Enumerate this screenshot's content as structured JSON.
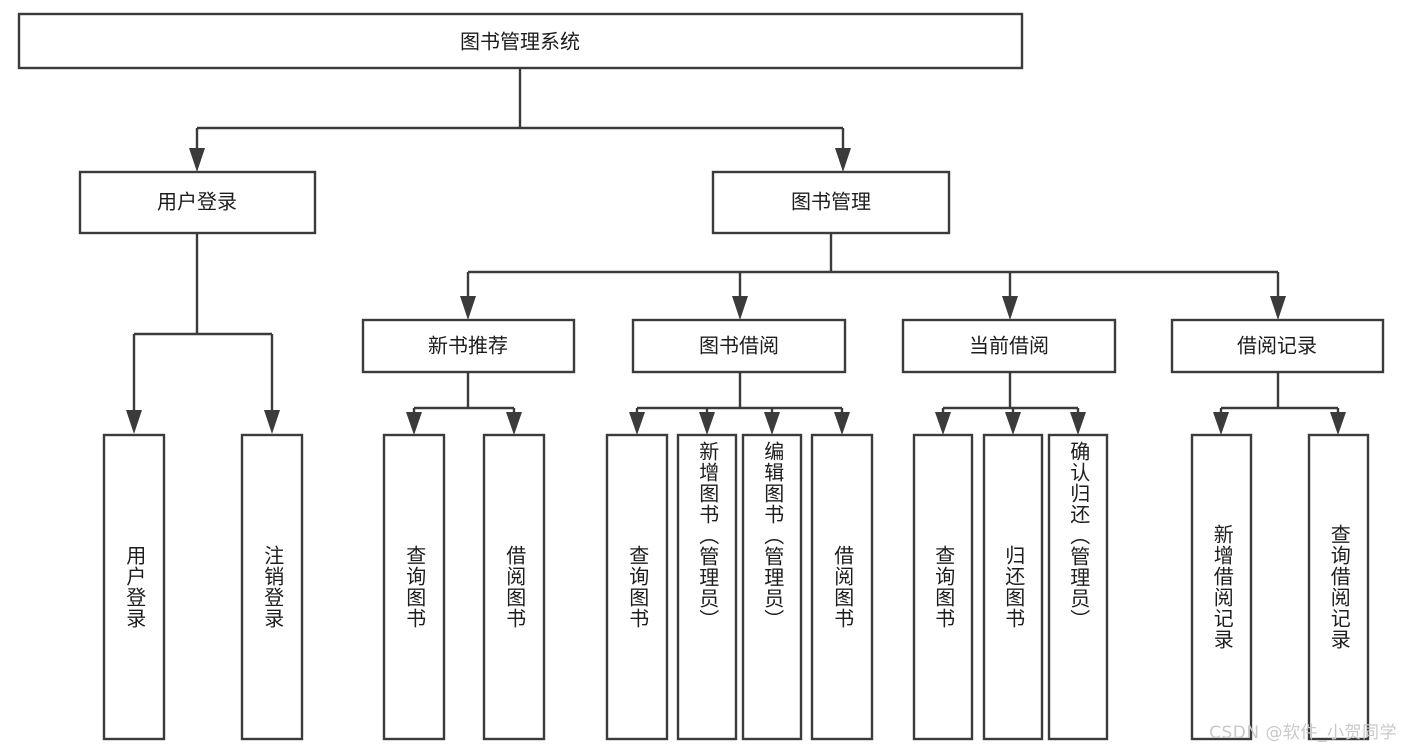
{
  "diagram": {
    "type": "tree",
    "title": "图书管理系统",
    "watermark": "CSDN @软件_小贺同学",
    "colors": {
      "stroke": "#3b3b3b",
      "fill": "#ffffff",
      "text": "#1d1d1d",
      "watermark": "#c9c9c9",
      "background": "#ffffff"
    },
    "levels": {
      "root": {
        "label": "图书管理系统"
      },
      "level2": [
        {
          "label": "用户登录"
        },
        {
          "label": "图书管理"
        }
      ],
      "level3": [
        {
          "label": "新书推荐"
        },
        {
          "label": "图书借阅"
        },
        {
          "label": "当前借阅"
        },
        {
          "label": "借阅记录"
        }
      ],
      "leaves": {
        "user_login": [
          {
            "label": "用户登录"
          },
          {
            "label": "注销登录"
          }
        ],
        "new_book_recommend": [
          {
            "label": "查询图书"
          },
          {
            "label": "借阅图书"
          }
        ],
        "book_borrow": [
          {
            "label": "查询图书"
          },
          {
            "label": "新增图书（管理员）"
          },
          {
            "label": "编辑图书（管理员）"
          },
          {
            "label": "借阅图书"
          }
        ],
        "current_borrow": [
          {
            "label": "查询图书"
          },
          {
            "label": "归还图书"
          },
          {
            "label": "确认归还（管理员）"
          }
        ],
        "borrow_record": [
          {
            "label": "新增借阅记录"
          },
          {
            "label": "查询借阅记录"
          }
        ]
      }
    }
  }
}
